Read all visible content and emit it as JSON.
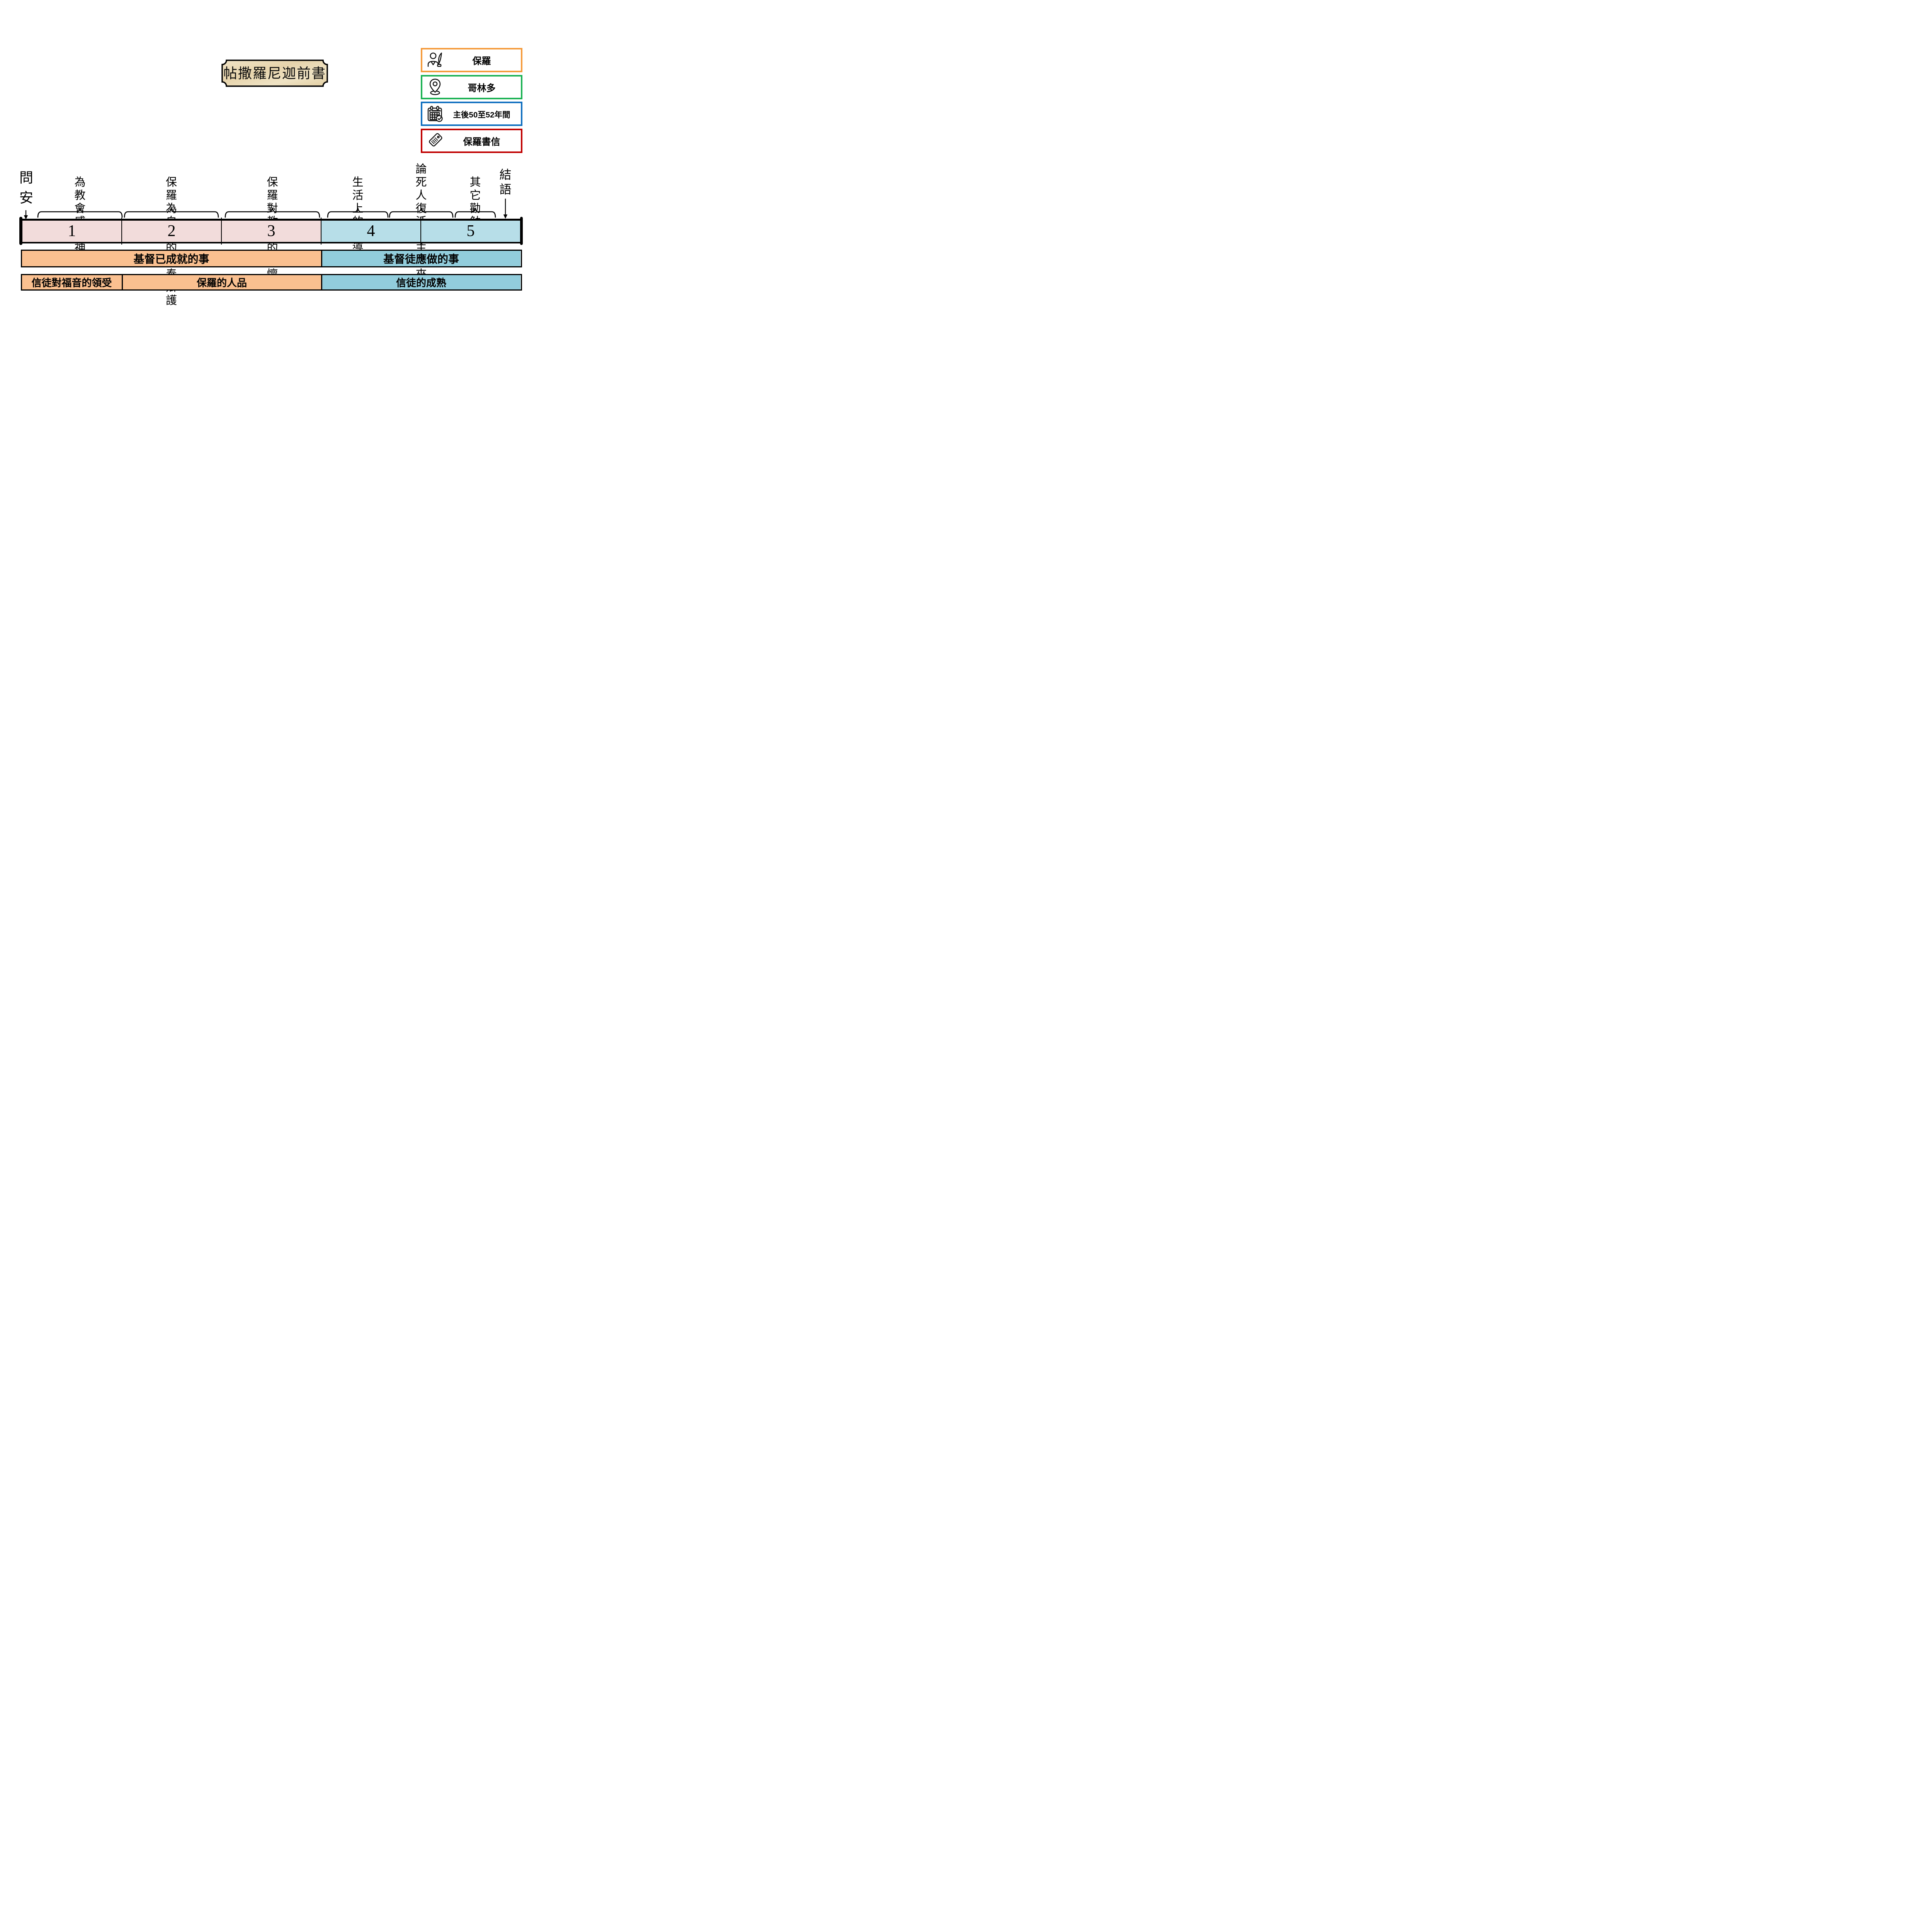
{
  "title": "帖撒羅尼迦前書",
  "legend": {
    "items": [
      {
        "icon": "author-icon",
        "label": "保羅",
        "border_color": "#F59B3C"
      },
      {
        "icon": "location-pin-icon",
        "label": "哥林多",
        "border_color": "#1CB254"
      },
      {
        "icon": "calendar-check-icon",
        "label": "主後50至52年間",
        "border_color": "#1170C0"
      },
      {
        "icon": "tag-icon",
        "label": "保羅書信",
        "border_color": "#C00000"
      }
    ]
  },
  "timeline": {
    "start_marker": {
      "lines": [
        "問",
        "安"
      ]
    },
    "end_marker": {
      "lines": [
        "結",
        "語"
      ]
    },
    "section_labels": [
      {
        "lines": [
          "為教會感謝",
          "神"
        ]
      },
      {
        "lines": [
          "保羅為自己的",
          "事奉辯護"
        ]
      },
      {
        "lines": [
          "保羅對教會的",
          "關懷"
        ]
      },
      {
        "lines": [
          "生活上的",
          "教導"
        ]
      },
      {
        "lines": [
          "論死人",
          "復活與",
          "主再來"
        ]
      },
      {
        "lines": [
          "其它",
          "勸勉"
        ]
      }
    ],
    "chapters": [
      {
        "number": "1",
        "fill": "#F2DCDB"
      },
      {
        "number": "2",
        "fill": "#F2DCDB"
      },
      {
        "number": "3",
        "fill": "#F2DCDB"
      },
      {
        "number": "4",
        "fill": "#B7DEE8"
      },
      {
        "number": "5",
        "fill": "#B7DEE8"
      }
    ]
  },
  "theme_rows": [
    {
      "segments": [
        {
          "label": "基督已成就的事",
          "fill": "#FAC090",
          "from": 0,
          "to": 3
        },
        {
          "label": "基督徒應做的事",
          "fill": "#92CDDC",
          "from": 3,
          "to": 5
        }
      ]
    },
    {
      "segments": [
        {
          "label": "信徒對福音的領受",
          "fill": "#FAC090",
          "from": 0,
          "to": 1
        },
        {
          "label": "保羅的人品",
          "fill": "#FAC090",
          "from": 1,
          "to": 3
        },
        {
          "label": "信徒的成熟",
          "fill": "#92CDDC",
          "from": 3,
          "to": 5
        }
      ]
    }
  ],
  "plaque_fill_colors": [
    "#F0E3C6",
    "#E7D4AC",
    "#EFE3C4",
    "#E2CEA2"
  ]
}
